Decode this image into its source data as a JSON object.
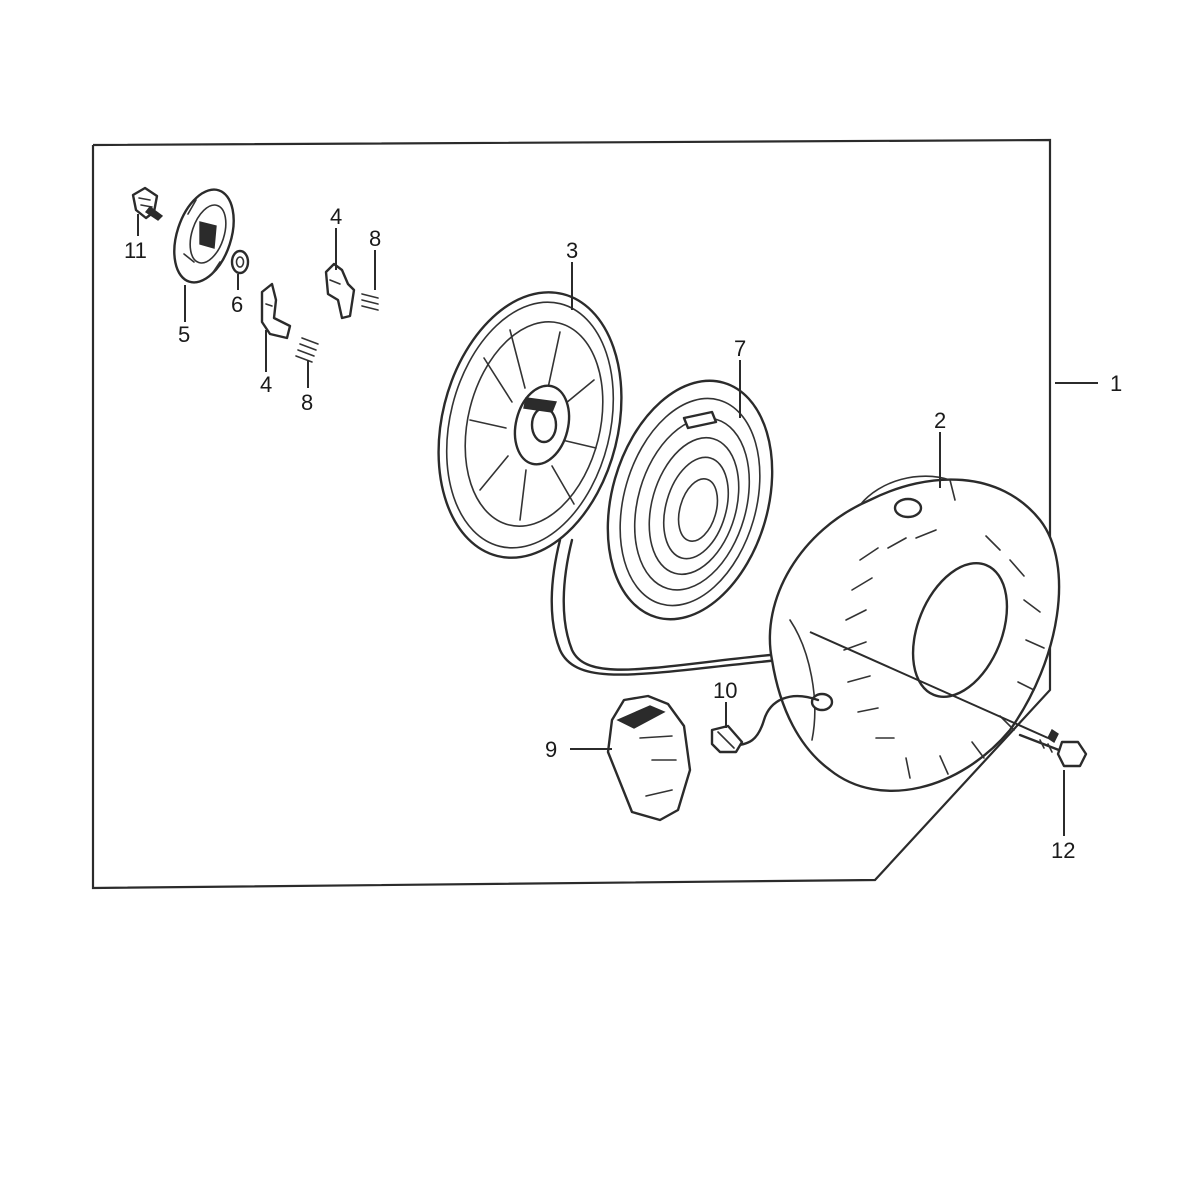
{
  "callouts": {
    "c1": "1",
    "c2": "2",
    "c3": "3",
    "c4a": "4",
    "c4b": "4",
    "c5": "5",
    "c6": "6",
    "c7": "7",
    "c8a": "8",
    "c8b": "8",
    "c9": "9",
    "c10": "10",
    "c11": "11",
    "c12": "12"
  },
  "colors": {
    "ink": "#2b2b2b",
    "paper": "#ffffff"
  }
}
